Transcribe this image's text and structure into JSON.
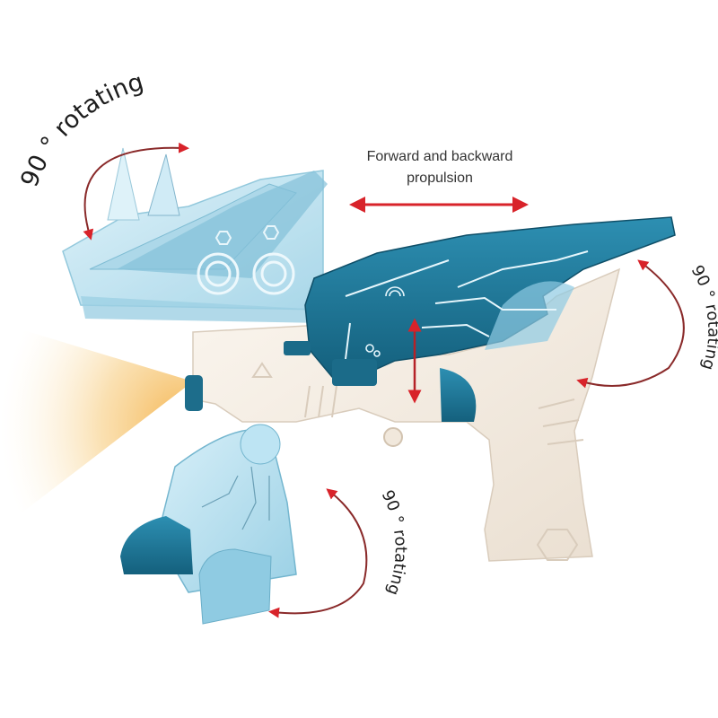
{
  "annotations": {
    "top_left_rotation": {
      "text": "90 ° rotating"
    },
    "right_rotation": {
      "text": "90 ° rotating"
    },
    "bottom_rotation": {
      "text": "90 ° rotating"
    },
    "propulsion": {
      "line1": "Forward and backward",
      "line2": "propulsion"
    }
  },
  "colors": {
    "arrow_red": "#d8232a",
    "arc_dark_red": "#8a2a2a",
    "teal_dark": "#1a6f8f",
    "teal_mid": "#2b8fb0",
    "ice_blue": "#a9d8ea",
    "ice_blue_light": "#cdeaf5",
    "body_cream": "#f3ebe1",
    "light_beam": "#f7c56a"
  },
  "product": {
    "name": "dinosaur transforming toy gun",
    "parts": [
      "head-crest",
      "barrel-wing",
      "grip-handle",
      "flashlight-muzzle",
      "foot-stand",
      "trigger"
    ]
  }
}
